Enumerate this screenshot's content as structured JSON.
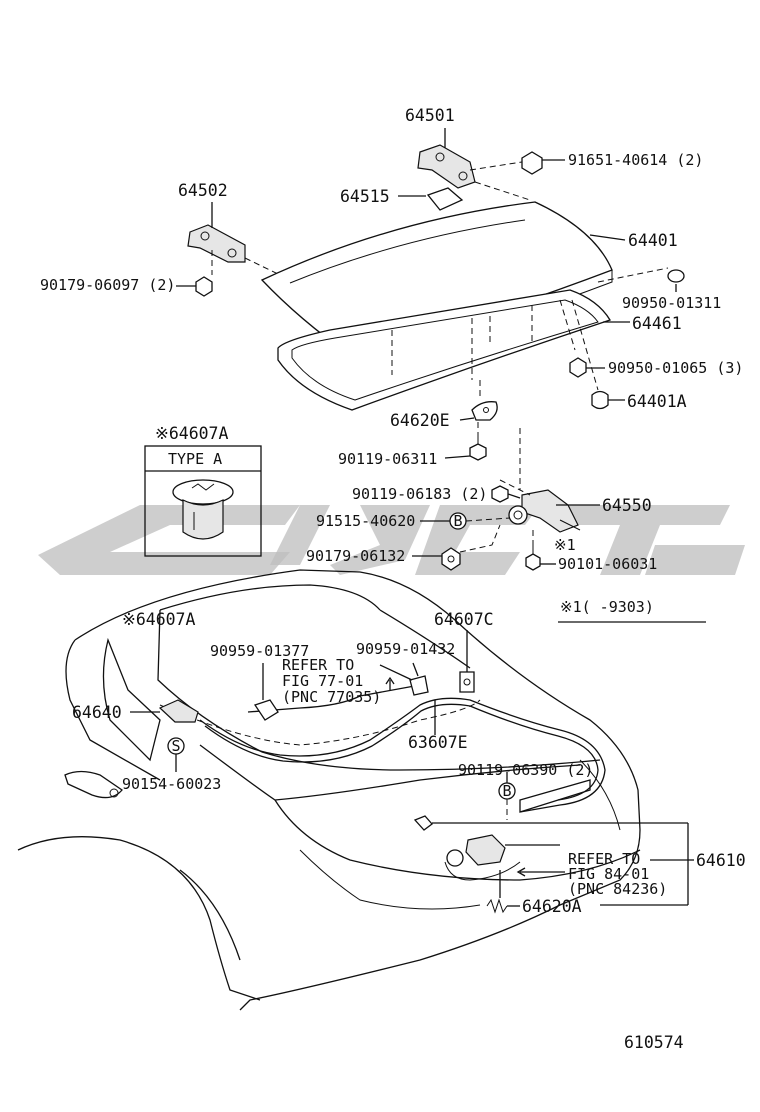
{
  "labels": {
    "p64501": "64501",
    "p91651": "91651-40614 (2)",
    "p64502": "64502",
    "p64515": "64515",
    "p64401": "64401",
    "p90179a": "90179-06097 (2)",
    "p90950a": "90950-01311",
    "p64461": "64461",
    "p90950b": "90950-01065 (3)",
    "p64401A": "64401A",
    "p64620E": "64620E",
    "p90119a": "90119-06311",
    "p90119b": "90119-06183 (2)",
    "p64550": "64550",
    "p91515": "91515-40620",
    "p90179b": "90179-06132",
    "p90101": "90101-06031",
    "p64607A_2": "※64607A",
    "p64607C": "64607C",
    "p90959a": "90959-01377",
    "p90959b": "90959-01432",
    "p64640": "64640",
    "p63607E": "63607E",
    "p90154": "90154-60023",
    "p90119c": "90119-06390 (2)",
    "p64610": "64610",
    "p64620A": "64620A"
  },
  "inset": {
    "title": "※64607A",
    "type": "TYPE A"
  },
  "note": {
    "mark": "※1",
    "text": "※1(    -9303)"
  },
  "refer1": {
    "line1": "REFER TO",
    "line2": "FIG 77-01",
    "line3": "(PNC 77035)"
  },
  "refer2": {
    "line1": "REFER TO",
    "line2": "FIG 84-01",
    "line3": "(PNC 84236)"
  },
  "markers": {
    "s": "S",
    "b": "B"
  },
  "figure_number": "610574"
}
